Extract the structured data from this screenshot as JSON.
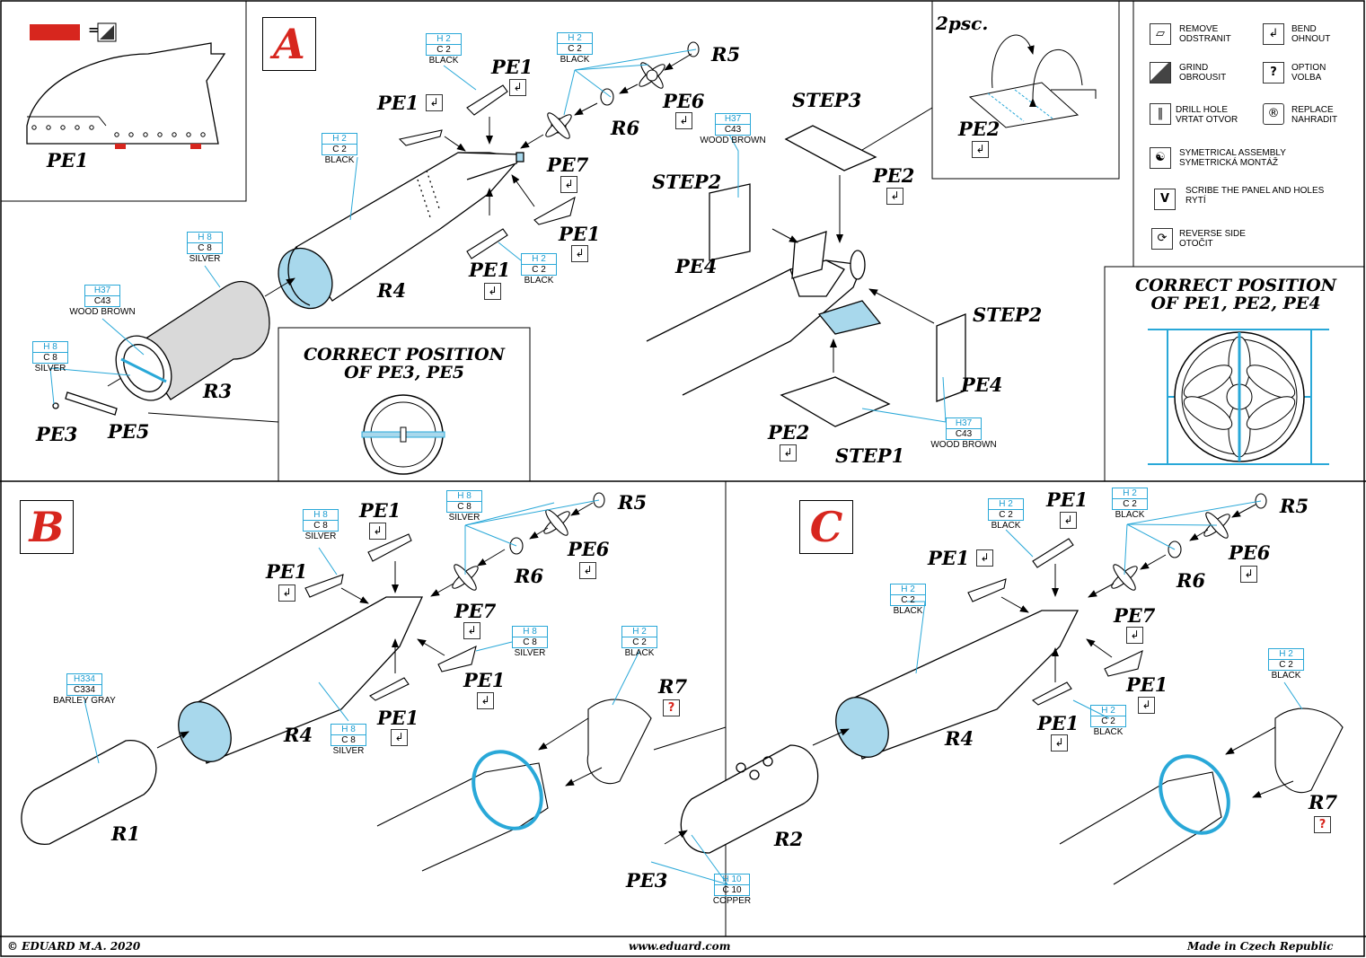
{
  "legend": {
    "remove": {
      "en": "REMOVE",
      "cz": "ODSTRANIT"
    },
    "bend": {
      "en": "BEND",
      "cz": "OHNOUT"
    },
    "grind": {
      "en": "GRIND",
      "cz": "OBROUSIT"
    },
    "option": {
      "en": "OPTION",
      "cz": "VOLBA"
    },
    "drill": {
      "en": "DRILL HOLE",
      "cz": "VRTAT OTVOR"
    },
    "replace": {
      "en": "REPLACE",
      "cz": "NAHRADIT"
    },
    "symmetric": {
      "en": "SYMETRICAL ASSEMBLY",
      "cz": "SYMETRICKÁ MONTÁŽ"
    },
    "scribe": {
      "en": "SCRIBE THE PANEL AND HOLES",
      "cz": "RYTÍ"
    },
    "reverse": {
      "en": "REVERSE SIDE",
      "cz": "OTOČIT"
    },
    "icons": {
      "option_symbol": "?",
      "bend_symbol": "↲",
      "scribe_symbol": "V"
    }
  },
  "colors": {
    "accent_red": "#d7261e",
    "cyan": "#29a8d8",
    "light_blue": "#a8d8ec",
    "grey_fill": "#d9d9d9"
  },
  "inset_pe1": {
    "equals": "=",
    "label": "PE1"
  },
  "inset_2psc": {
    "title": "2psc.",
    "label": "PE2"
  },
  "section_a": {
    "letter": "A",
    "labels": {
      "pe1_a": "PE1",
      "pe1_b": "PE1",
      "pe1_c": "PE1",
      "pe1_d": "PE1",
      "r5": "R5",
      "r6": "R6",
      "pe6": "PE6",
      "pe7": "PE7",
      "r4": "R4",
      "r3": "R3",
      "pe3": "PE3",
      "pe5": "PE5",
      "step3": "STEP3",
      "step2_a": "STEP2",
      "step2_b": "STEP2",
      "step1": "STEP1",
      "pe2_a": "PE2",
      "pe2_b": "PE2",
      "pe4_a": "PE4",
      "pe4_b": "PE4"
    },
    "paints": {
      "p1": {
        "h": "H 2",
        "c": "C 2",
        "name": "BLACK"
      },
      "p2": {
        "h": "H 2",
        "c": "C 2",
        "name": "BLACK"
      },
      "p3": {
        "h": "H 2",
        "c": "C 2",
        "name": "BLACK"
      },
      "p4": {
        "h": "H 2",
        "c": "C 2",
        "name": "BLACK"
      },
      "p5": {
        "h": "H37",
        "c": "C43",
        "name": "WOOD BROWN"
      },
      "p6": {
        "h": "H 8",
        "c": "C 8",
        "name": "SILVER"
      },
      "p7": {
        "h": "H37",
        "c": "C43",
        "name": "WOOD BROWN"
      },
      "p8": {
        "h": "H 8",
        "c": "C 8",
        "name": "SILVER"
      },
      "p9": {
        "h": "H37",
        "c": "C43",
        "name": "WOOD BROWN"
      }
    },
    "correct_pe3": {
      "line1": "CORRECT POSITION",
      "line2": "OF PE3, PE5"
    }
  },
  "correct_pe1": {
    "line1": "CORRECT POSITION",
    "line2": "OF PE1, PE2, PE4"
  },
  "section_b": {
    "letter": "B",
    "labels": {
      "pe1_a": "PE1",
      "pe1_b": "PE1",
      "pe1_c": "PE1",
      "pe1_d": "PE1",
      "r5": "R5",
      "r6": "R6",
      "pe6": "PE6",
      "pe7": "PE7",
      "r4": "R4",
      "r1": "R1",
      "r7": "R7"
    },
    "paints": {
      "p1": {
        "h": "H 8",
        "c": "C 8",
        "name": "SILVER"
      },
      "p2": {
        "h": "H 8",
        "c": "C 8",
        "name": "SILVER"
      },
      "p3": {
        "h": "H 8",
        "c": "C 8",
        "name": "SILVER"
      },
      "p4": {
        "h": "H 8",
        "c": "C 8",
        "name": "SILVER"
      },
      "p5": {
        "h": "H 2",
        "c": "C 2",
        "name": "BLACK"
      },
      "p6": {
        "h": "H334",
        "c": "C334",
        "name": "BARLEY GRAY"
      }
    }
  },
  "section_c": {
    "letter": "C",
    "labels": {
      "pe1_a": "PE1",
      "pe1_b": "PE1",
      "pe1_c": "PE1",
      "pe1_d": "PE1",
      "r5": "R5",
      "r6": "R6",
      "pe6": "PE6",
      "pe7": "PE7",
      "r4": "R4",
      "r2": "R2",
      "r7": "R7",
      "pe3": "PE3"
    },
    "paints": {
      "p1": {
        "h": "H 2",
        "c": "C 2",
        "name": "BLACK"
      },
      "p2": {
        "h": "H 2",
        "c": "C 2",
        "name": "BLACK"
      },
      "p3": {
        "h": "H 2",
        "c": "C 2",
        "name": "BLACK"
      },
      "p4": {
        "h": "H 2",
        "c": "C 2",
        "name": "BLACK"
      },
      "p5": {
        "h": "H 2",
        "c": "C 2",
        "name": "BLACK"
      },
      "p6": {
        "h": "H 10",
        "c": "C 10",
        "name": "COPPER"
      }
    }
  },
  "footer": {
    "copyright": "© EDUARD  M.A. 2020",
    "web": "www.eduard.com",
    "made": "Made in Czech Republic"
  }
}
